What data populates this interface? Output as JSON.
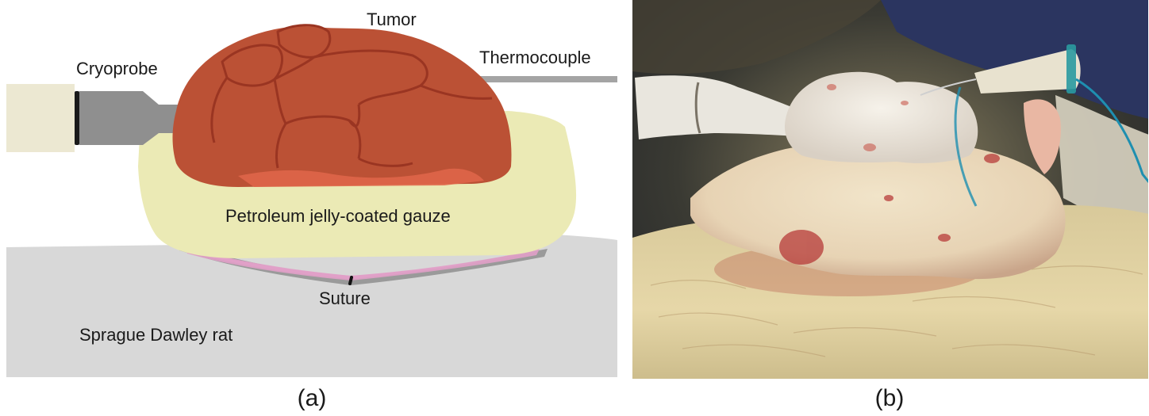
{
  "panel_a": {
    "labels": {
      "tumor": "Tumor",
      "cryoprobe": "Cryoprobe",
      "thermocouple": "Thermocouple",
      "gauze": "Petroleum jelly-coated gauze",
      "suture": "Suture",
      "rat": "Sprague Dawley rat"
    },
    "caption": "(a)"
  },
  "panel_b": {
    "caption": "(b)"
  },
  "colors": {
    "rat_body": "#d8d8d8",
    "gauze": "#ebeab5",
    "tumor": "#bb5135",
    "tumor_dark": "#9a3522",
    "tumor_inner": "#e0664a",
    "probe_handle": "#ece8d2",
    "probe_metal": "#8f8f8f",
    "thermocouple": "#a4a4a4",
    "skin_pink": "#e1a0c8"
  }
}
